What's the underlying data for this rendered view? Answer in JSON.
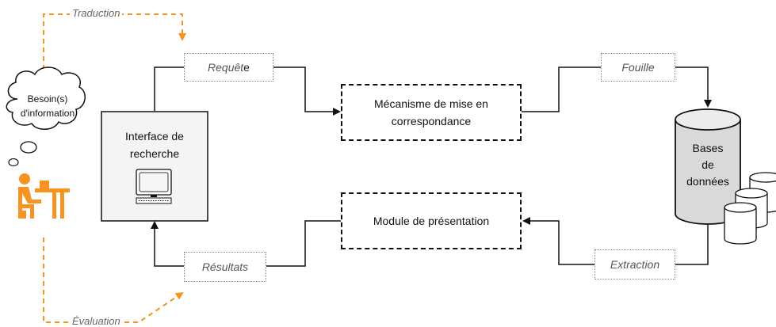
{
  "labels": {
    "traduction": "Traduction",
    "evaluation": "Évaluation",
    "besoin_line1": "Besoin(s)",
    "besoin_line2": "d'information",
    "interface_line1": "Interface de",
    "interface_line2": "recherche",
    "requete_prefix": "Requêt",
    "requete_suffix": "e",
    "mecanisme_line1": "Mécanisme de mise en",
    "mecanisme_line2": "correspondance",
    "module": "Module de présentation",
    "fouille": "Fouille",
    "extraction": "Extraction",
    "resultats": "Résultats",
    "bases_line1": "Bases",
    "bases_line2": "de",
    "bases_line3": "données"
  },
  "colors": {
    "orange": "#f7931e",
    "line": "#111111",
    "box_fill": "#f4f4f4",
    "db_fill_top": "#e8e8e8",
    "db_fill_side": "#d0d0d0"
  },
  "icons": {
    "person": "person-at-desk-icon",
    "computer": "computer-monitor-icon",
    "database": "database-cylinder-icon"
  }
}
